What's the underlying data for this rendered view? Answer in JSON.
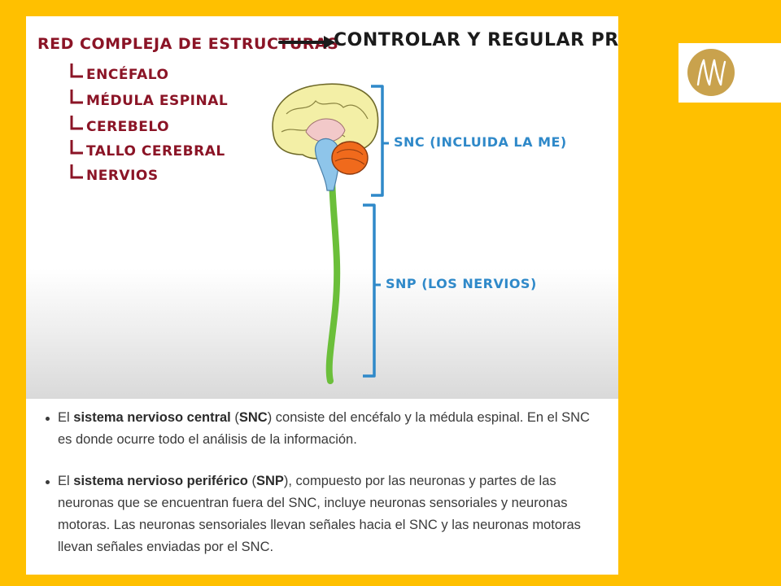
{
  "whiteboard": {
    "title_left": "Red compleja de estructuras",
    "title_right": "Controlar y regular procesos",
    "structures": [
      "Encéfalo",
      "Médula espinal",
      "Cerebelo",
      "Tallo cerebral",
      "Nervios"
    ],
    "snc_label": "SNC (incluida la ME)",
    "snp_label": "SNP (los nervios)",
    "colors": {
      "red_ink": "#8b1426",
      "dark_ink": "#1b1b1b",
      "blue_ink": "#2f89c9",
      "cerebrum": "#f3efa6",
      "cerebellum": "#f06a1c",
      "brainstem": "#8ec5ea",
      "spinal_cord": "#6bbf3a"
    }
  },
  "bullets": [
    {
      "pre": "El ",
      "bold": "sistema nervioso central",
      "mid": " (",
      "abbr": "SNC",
      "post": ") consiste del encéfalo y la médula espinal. En el SNC es donde ocurre todo el análisis de la información."
    },
    {
      "pre": "El ",
      "bold": "sistema nervioso periférico",
      "mid": " (",
      "abbr": "SNP",
      "post": "), compuesto por las neuronas y partes de las neuronas que se encuentran fuera del SNC, incluye neuronas sensoriales y neuronas motoras. Las neuronas sensoriales llevan señales hacia el SNC y las neuronas motoras llevan señales enviadas por el SNC."
    }
  ],
  "background_color": "#FFC000",
  "logo": {
    "icon": "brain-wave-logo",
    "color": "#c9a24d"
  }
}
